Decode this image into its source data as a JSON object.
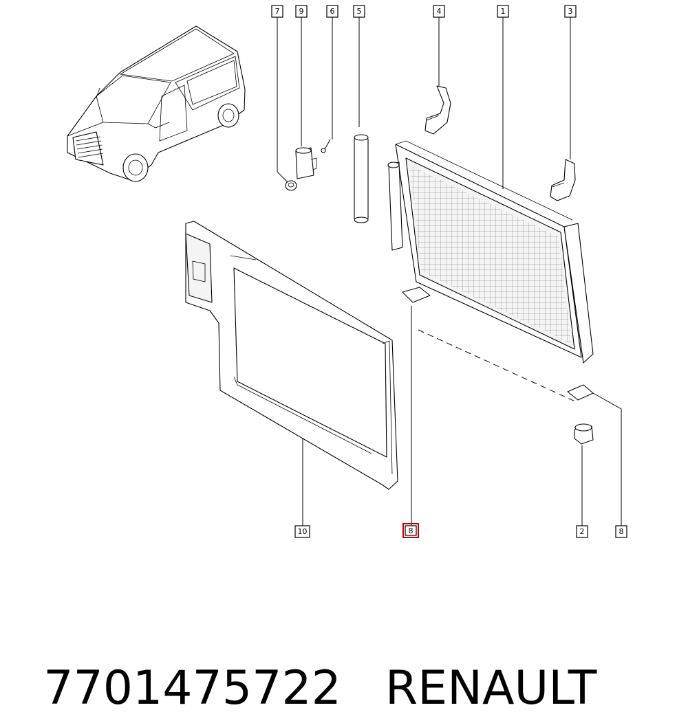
{
  "caption": {
    "part_number": "7701475722",
    "brand": "RENAULT"
  },
  "callouts": {
    "c7": "7",
    "c9": "9",
    "c6": "6",
    "c5": "5",
    "c4": "4",
    "c1": "1",
    "c3": "3",
    "c10": "10",
    "c8_highlight": "8",
    "c2": "2",
    "c8": "8"
  },
  "colors": {
    "highlight": "#cc0000",
    "line": "#000000"
  }
}
